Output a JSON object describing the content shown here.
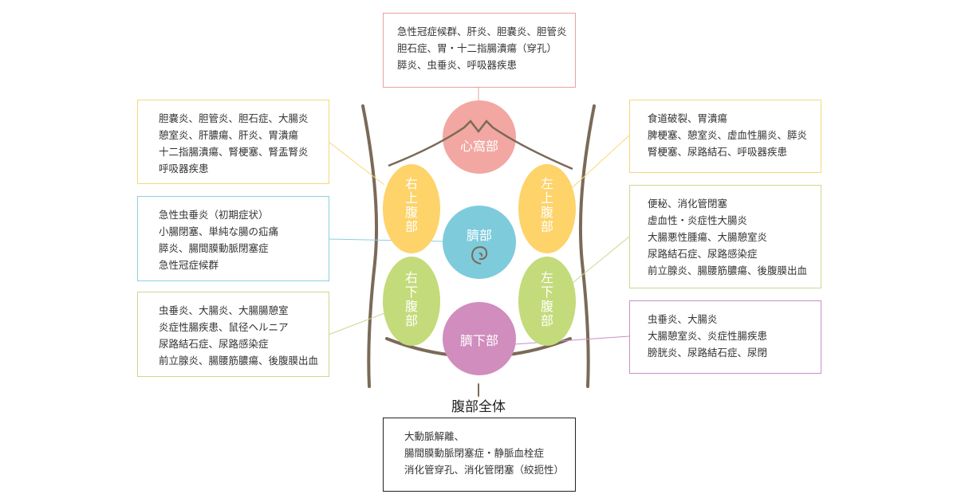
{
  "colors": {
    "epigastric": "#f2a7a2",
    "upper_quadrant": "#fdd36a",
    "umbilical": "#7ecbdc",
    "lower_quadrant": "#c3db7a",
    "hypogastric": "#d08dbd",
    "outline": "#7a6a58"
  },
  "regions": {
    "epigastric": "心窩部",
    "right_upper": "右上腹部",
    "left_upper": "左上腹部",
    "umbilical": "臍部",
    "right_lower": "右下腹部",
    "left_lower": "左下腹部",
    "hypogastric": "臍下部"
  },
  "whole_title": "腹部全体",
  "boxes": {
    "epigastric": [
      "急性冠症候群、肝炎、胆嚢炎、胆管炎",
      "胆石症、胃・十二指腸潰瘍（穿孔）",
      "膵炎、虫垂炎、呼吸器疾患"
    ],
    "right_upper": [
      "胆嚢炎、胆管炎、胆石症、大腸炎",
      "憩室炎、肝膿瘍、肝炎、胃潰瘍",
      "十二指腸潰瘍、腎梗塞、腎盂腎炎",
      "呼吸器疾患"
    ],
    "umbilical": [
      "急性虫垂炎（初期症状）",
      "小腸閉塞、単純な腸の疝痛",
      "膵炎、腸間膜動脈閉塞症",
      "急性冠症候群"
    ],
    "right_lower": [
      "虫垂炎、大腸炎、大腸腸憩室",
      "炎症性腸疾患、鼠径ヘルニア",
      "尿路結石症、尿路感染症",
      "前立腺炎、腸腰筋膿瘍、後腹膜出血"
    ],
    "left_upper": [
      "食道破裂、胃潰瘍",
      "脾梗塞、憩室炎、虚血性腸炎、膵炎",
      "腎梗塞、尿路結石、呼吸器疾患"
    ],
    "left_lower": [
      "便秘、消化管閉塞",
      "虚血性・炎症性大腸炎",
      "大腸悪性腫瘍、大腸憩室炎",
      "尿路結石症、尿路感染症",
      "前立腺炎、腸腰筋膿瘍、後腹膜出血"
    ],
    "hypogastric": [
      "虫垂炎、大腸炎",
      "大腸憩室炎、炎症性腸疾患",
      "膀胱炎、尿路結石症、尿閉"
    ],
    "whole": [
      "大動脈解離、",
      "腸間膜動脈閉塞症・静脈血栓症",
      "消化管穿孔、消化管閉塞（絞扼性）"
    ]
  }
}
